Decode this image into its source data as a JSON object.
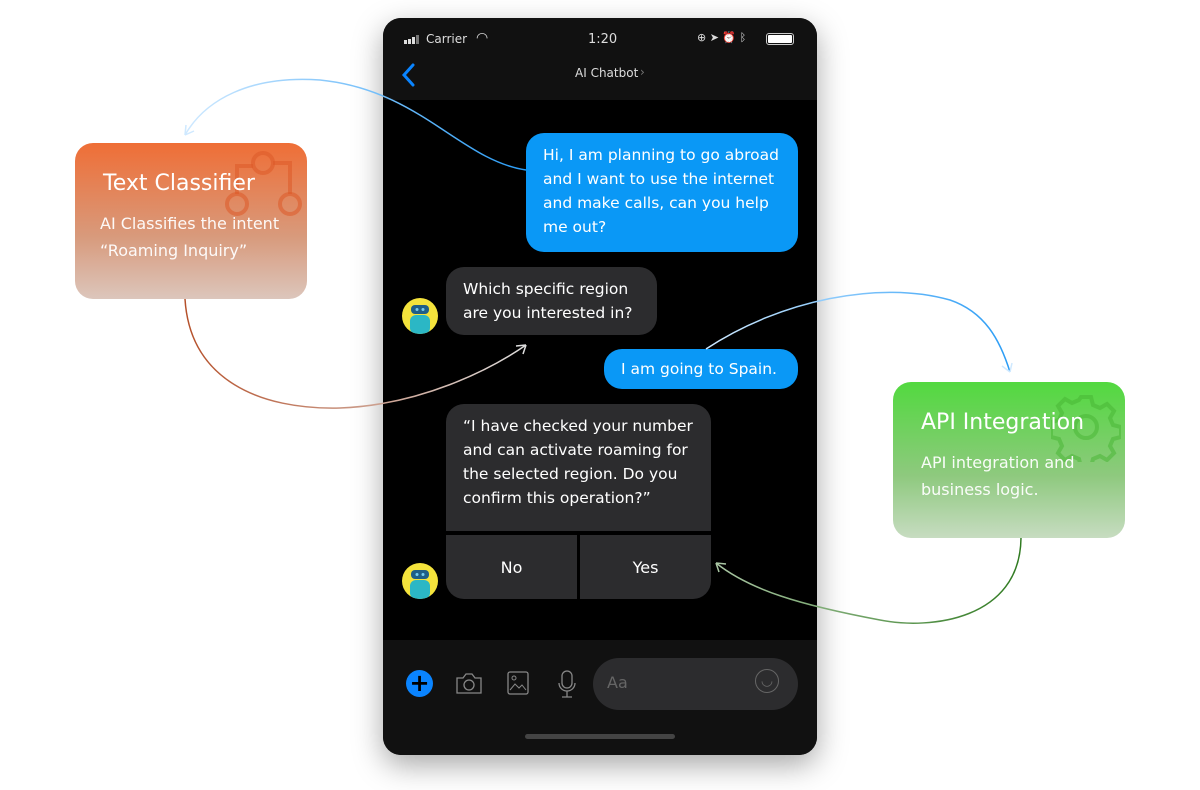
{
  "status_bar": {
    "carrier": "Carrier",
    "time": "1:20"
  },
  "header": {
    "title": "AI Chatbot",
    "back_icon": "chevron-left-icon"
  },
  "messages": [
    {
      "from": "user",
      "text": "Hi, I am planning to go abroad and I want to use the internet and make calls, can you help me out?"
    },
    {
      "from": "bot",
      "text": "Which specific region are you interested in?"
    },
    {
      "from": "user",
      "text": "I am going to Spain."
    },
    {
      "from": "bot",
      "text": "“I have checked your number and can activate roaming for the selected region. Do you confirm this operation?”"
    }
  ],
  "quick_replies": [
    "No",
    "Yes"
  ],
  "composer": {
    "placeholder": "Aa"
  },
  "cards": {
    "classifier": {
      "title": "Text Classifier",
      "text": "AI Classifies the intent “Roaming Inquiry”",
      "color": "#ee6f35"
    },
    "api": {
      "title": "API Integration",
      "text": "API integration and business logic.",
      "color": "#52d93f"
    }
  },
  "colors": {
    "user_bubble": "#0a98f6",
    "bot_bubble": "#2c2c2e",
    "accent": "#0a84ff"
  }
}
